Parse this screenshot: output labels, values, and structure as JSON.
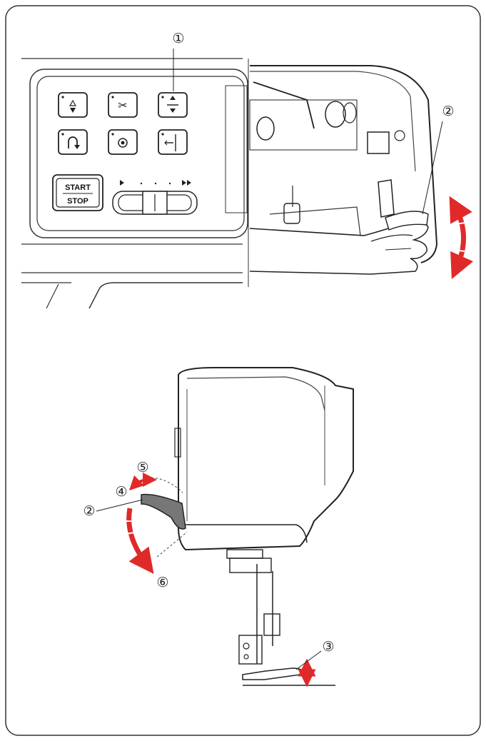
{
  "accent_color": "#e02a2a",
  "panel": {
    "start_label": "START",
    "stop_label": "STOP",
    "buttons": [
      "needle-up-down",
      "thread-cutter",
      "presser-foot-up-down",
      "reverse",
      "auto-lock",
      "needle-threader"
    ],
    "speed_marks": "▸  ·  ·  ·  ▸▸"
  },
  "callouts": {
    "c1": "①",
    "c2_top": "②",
    "c2_bottom": "②",
    "c3": "③",
    "c4": "④",
    "c5": "⑤",
    "c6": "⑥"
  }
}
